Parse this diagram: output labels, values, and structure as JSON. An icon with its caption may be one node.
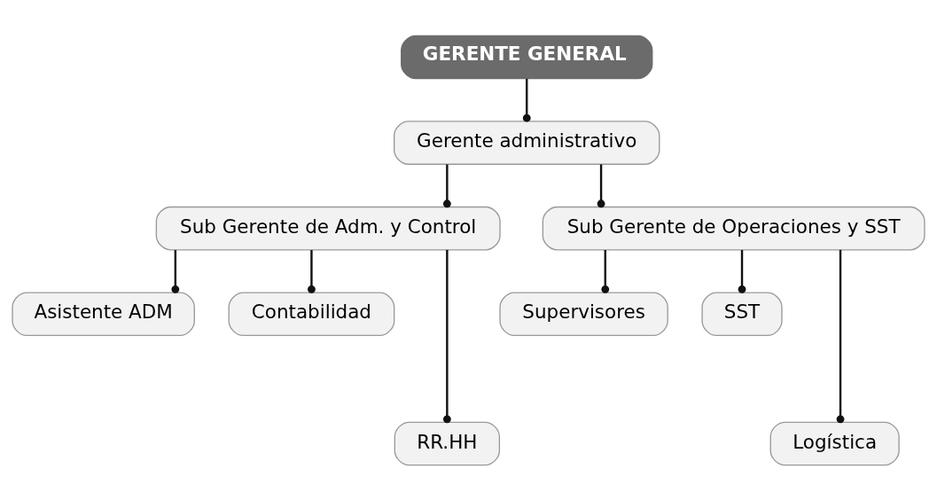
{
  "diagram": {
    "nodes": [
      {
        "text": [
          "GERENTE GENERAL"
        ]
      },
      {
        "text": [
          "Gerente administrativo"
        ]
      },
      {
        "text": [
          "Sub Gerente de Adm. y Control"
        ]
      },
      {
        "text": [
          "Sub Gerente de Operaciones y SST"
        ]
      },
      {
        "text": [
          "Asistente ADM"
        ]
      },
      {
        "text": [
          "Contabilidad"
        ]
      },
      {
        "text": [
          "RR.HH"
        ]
      },
      {
        "text": [
          "Supervisores"
        ]
      },
      {
        "text": [
          "SST"
        ]
      },
      {
        "text": [
          "Logística"
        ]
      }
    ],
    "edges": [
      {
        "from": 0,
        "to": 1,
        "arrow": "other"
      },
      {
        "from": 1,
        "to": 2,
        "arrow": "other"
      },
      {
        "from": 1,
        "to": 3,
        "arrow": "other"
      },
      {
        "from": 2,
        "to": 4,
        "arrow": "other"
      },
      {
        "from": 2,
        "to": 5,
        "arrow": "other"
      },
      {
        "from": 2,
        "to": 6,
        "arrow": "other"
      },
      {
        "from": 3,
        "to": 7,
        "arrow": "other"
      },
      {
        "from": 3,
        "to": 8,
        "arrow": "other"
      },
      {
        "from": 3,
        "to": 9,
        "arrow": "other"
      }
    ]
  }
}
